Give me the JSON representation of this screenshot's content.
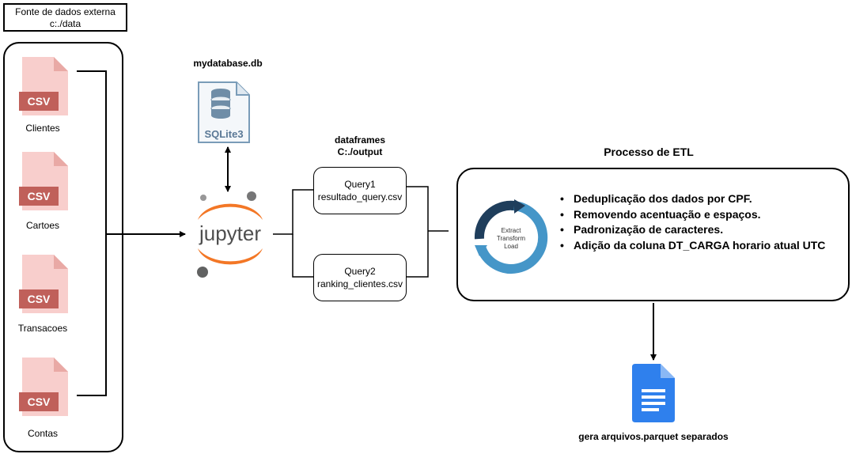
{
  "source": {
    "title": "Fonte de dados externa",
    "path": "c:./data",
    "files": [
      {
        "icon": "csv-file-icon",
        "badge": "CSV",
        "label": "Clientes"
      },
      {
        "icon": "csv-file-icon",
        "badge": "CSV",
        "label": "Cartoes"
      },
      {
        "icon": "csv-file-icon",
        "badge": "CSV",
        "label": "Transacoes"
      },
      {
        "icon": "csv-file-icon",
        "badge": "CSV",
        "label": "Contas"
      }
    ]
  },
  "database": {
    "label": "mydatabase.db",
    "icon_text": "SQLite3",
    "icon": "sqlite-icon"
  },
  "jupyter": {
    "logo_text": "jupyter",
    "icon": "jupyter-logo"
  },
  "dataframes": {
    "title": "dataframes",
    "path": "C:./output",
    "queries": [
      {
        "name": "Query1",
        "file": "resultado_query.csv"
      },
      {
        "name": "Query2",
        "file": "ranking_clientes.csv"
      }
    ]
  },
  "etl": {
    "title": "Processo de ETL",
    "cycle_text": [
      "Extract",
      "Transform",
      "Load"
    ],
    "steps": [
      "Deduplicação dos dados por CPF.",
      "Removendo acentuação e espaços.",
      "Padronização de caracteres.",
      "Adição da coluna DT_CARGA horario atual UTC"
    ]
  },
  "output": {
    "label": "gera arquivos.parquet separados",
    "icon": "document-icon"
  },
  "colors": {
    "csv_page": "#f8cecc",
    "csv_badge": "#c0605a",
    "sqlite": "#7a9cb8",
    "jupyter_orange": "#f37726",
    "etl_dark": "#1f3e5c",
    "etl_light": "#4596c8",
    "doc_blue": "#2f80ed"
  }
}
